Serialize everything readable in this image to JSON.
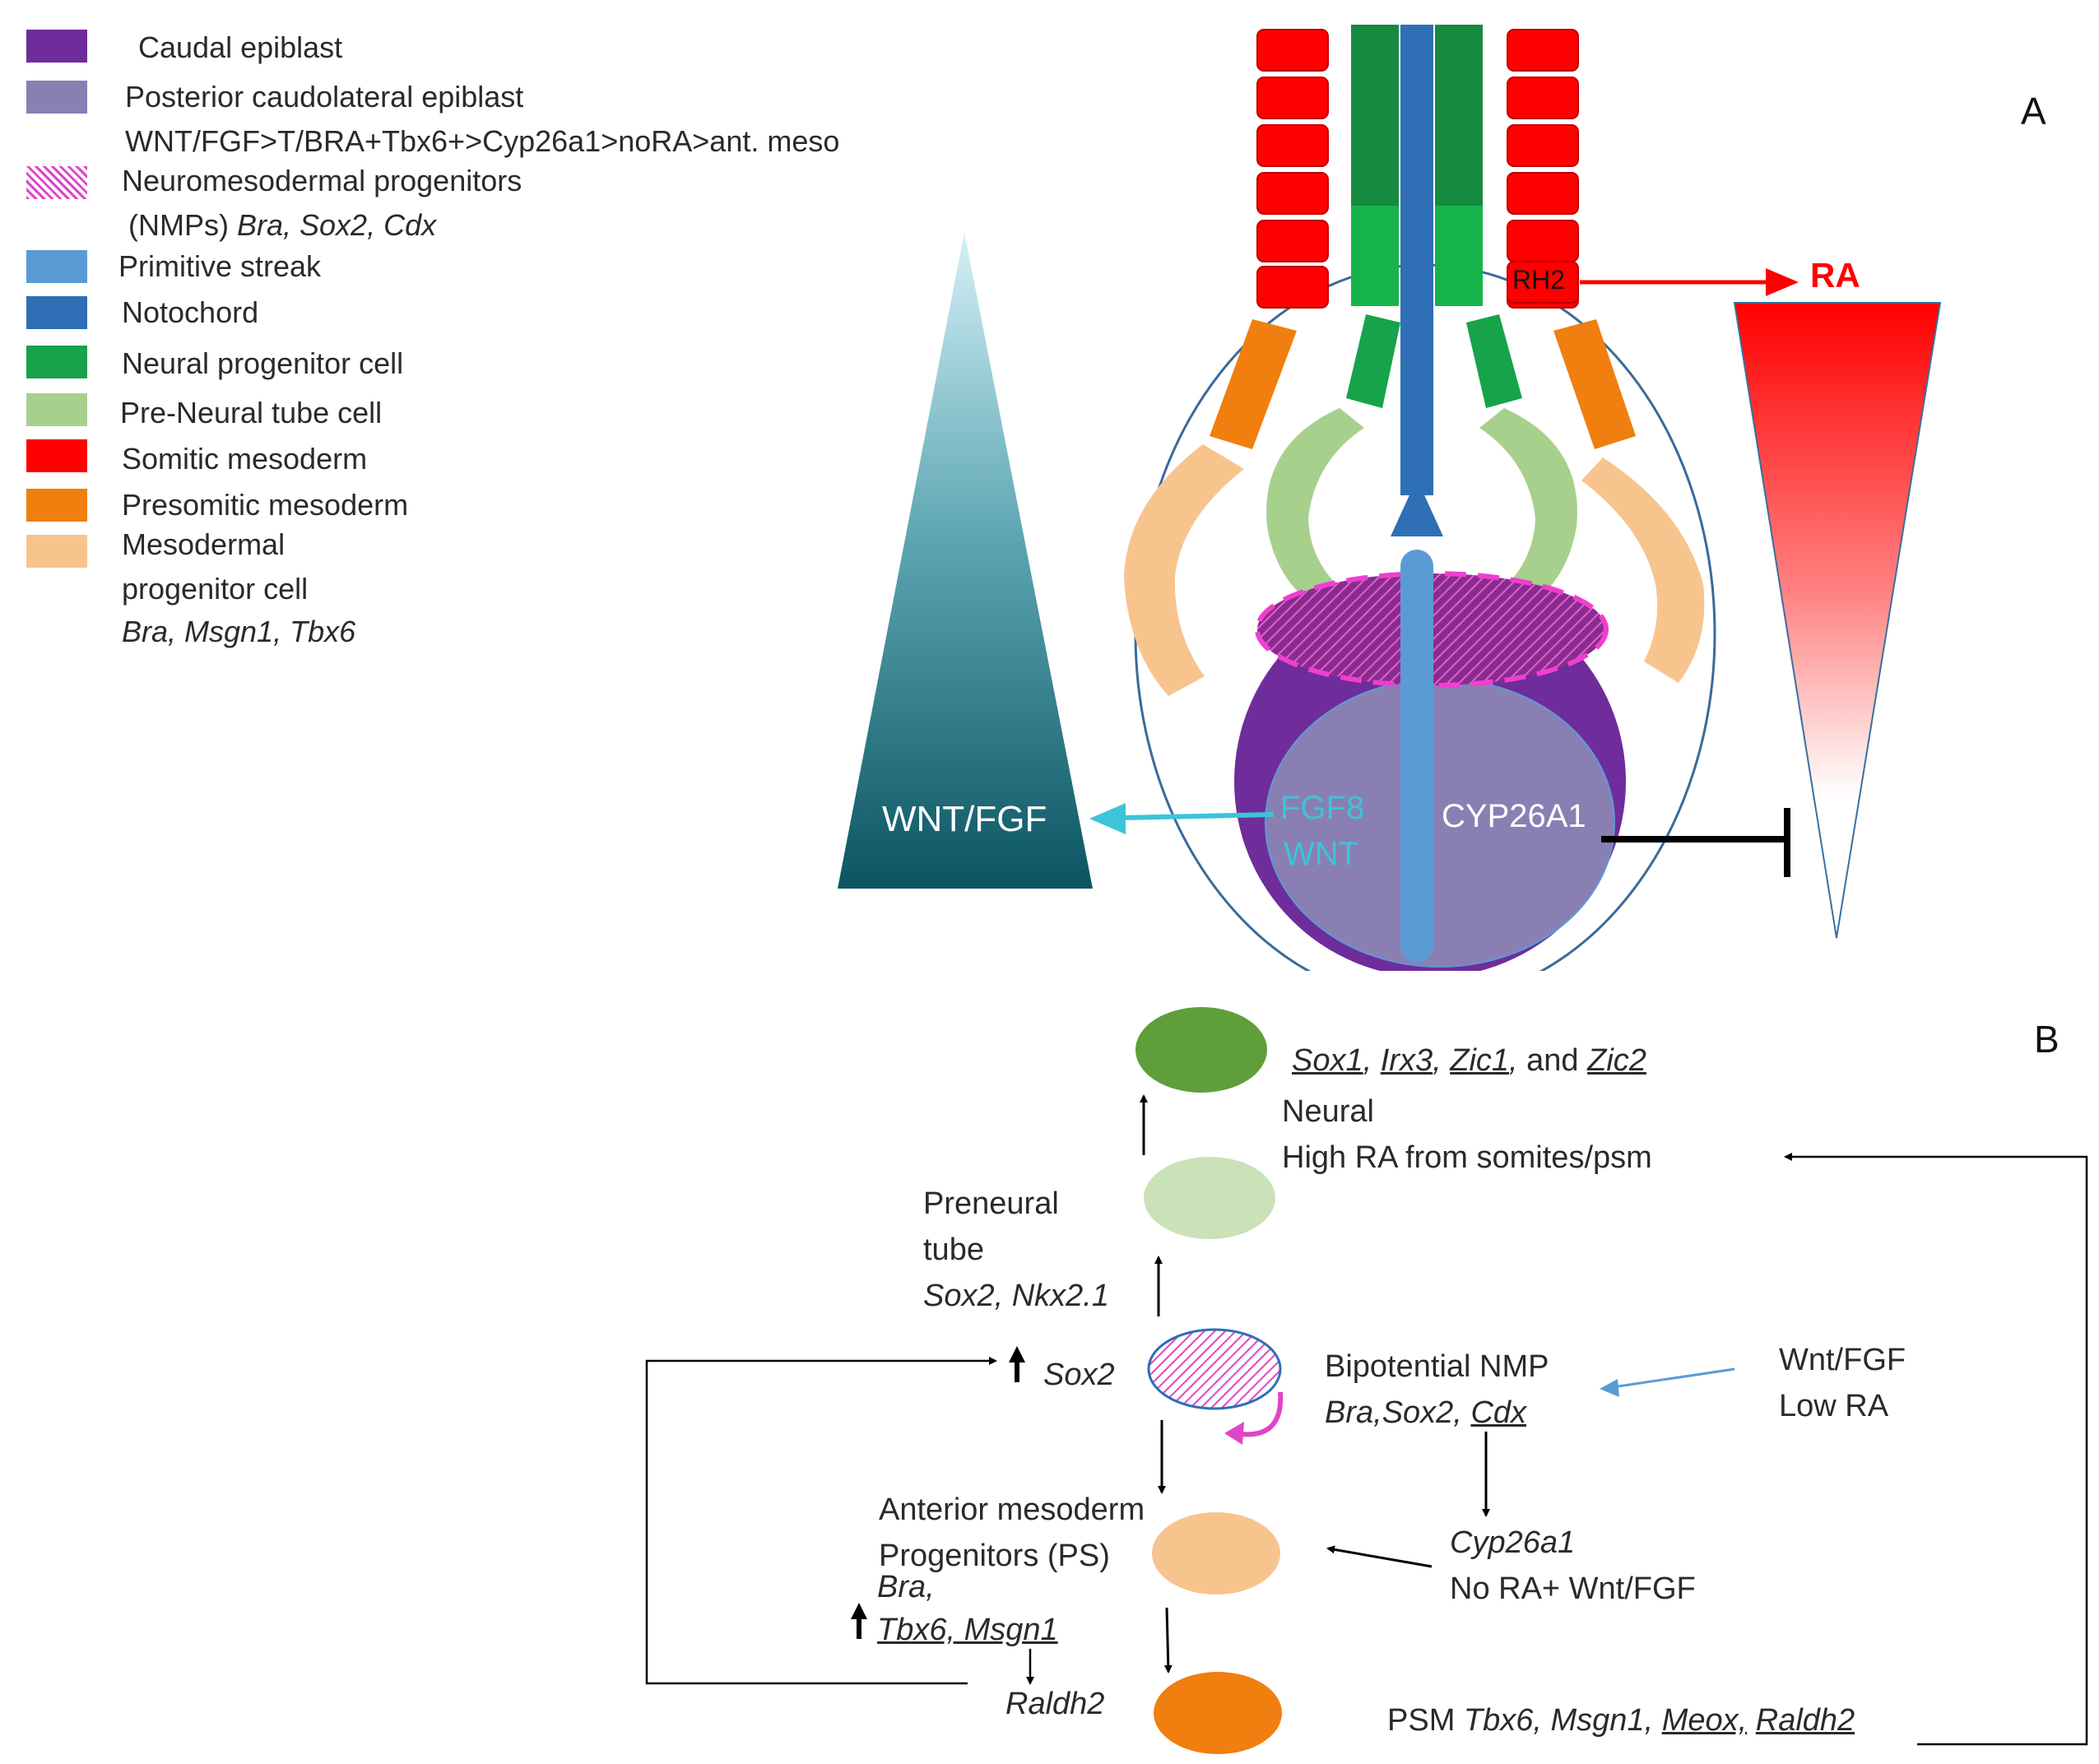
{
  "legend": [
    {
      "label": "Caudal epiblast",
      "color": "#6f2c9b",
      "pattern": "solid"
    },
    {
      "label": "Posterior caudolateral epiblast",
      "extra": "WNT/FGF>T/BRA+Tbx6+>Cyp26a1>noRA>ant. meso",
      "color": "#8a7fb3",
      "pattern": "solid"
    },
    {
      "label": "Neuromesodermal progenitors",
      "extra_plain": "(NMPs)",
      "extra_italic": "Bra, Sox2, Cdx",
      "color": "#e044c8",
      "pattern": "hatched"
    },
    {
      "label": "Primitive streak",
      "color": "#5b9bd5",
      "pattern": "solid"
    },
    {
      "label": "Notochord",
      "color": "#2e6fb5",
      "pattern": "solid"
    },
    {
      "label": "Neural progenitor cell",
      "color": "#16a34a",
      "pattern": "solid"
    },
    {
      "label": "Pre-Neural tube cell",
      "color": "#a8d08d",
      "pattern": "solid"
    },
    {
      "label": "Somitic mesoderm",
      "color": "#ff0000",
      "pattern": "solid"
    },
    {
      "label": "Presomitic mesoderm",
      "color": "#f07f0f",
      "pattern": "solid"
    },
    {
      "label": "Mesodermal",
      "label2": "progenitor cell",
      "extra_italic": "Bra, Msgn1, Tbx6",
      "color": "#f8c48e",
      "pattern": "solid"
    }
  ],
  "panel_a": {
    "label": "A",
    "rh2": "RH2",
    "ra": "RA",
    "wnt_fgf": "WNT/FGF",
    "fgf8": "FGF8",
    "wnt": "WNT",
    "cyp26a1": "CYP26A1"
  },
  "panel_b": {
    "label": "B",
    "neural_genes": {
      "sox1": "Sox1",
      "irx3": "Irx3",
      "zic1": "Zic1",
      "and": "and",
      "zic2": "Zic2"
    },
    "neural": "Neural",
    "high_ra": "High RA from somites/psm",
    "preneural_1": "Preneural",
    "preneural_2": "tube",
    "preneural_genes": "Sox2, Nkx2.1",
    "sox2_up": "Sox2",
    "bipotential": "Bipotential NMP",
    "bip_genes_a": "Bra,Sox2,",
    "bip_genes_b": "Cdx",
    "wnt_fgf": "Wnt/FGF",
    "low_ra": "Low RA",
    "ant_meso_1": "Anterior mesoderm",
    "ant_meso_2": "Progenitors (PS)",
    "ant_bra": "Bra,",
    "ant_tbx_msgn": "Tbx6, Msgn1",
    "raldh2": "Raldh2",
    "cyp26a1": "Cyp26a1",
    "no_ra": "No RA+ Wnt/FGF",
    "psm_label": "PSM",
    "psm_genes_a": "Tbx6, Msgn1,",
    "psm_meox": "Meox,",
    "psm_raldh2": "Raldh2"
  },
  "colors": {
    "caudal_epiblast": "#6f2c9b",
    "posterior_epiblast": "#8a7fb3",
    "nmp": "#e044c8",
    "primitive_streak": "#5b9bd5",
    "notochord": "#2e6fb5",
    "neural_progenitor": "#16a34a",
    "preneural": "#a8d08d",
    "somitic": "#ff0000",
    "presomitic": "#f07f0f",
    "mesodermal_progenitor": "#f8c48e",
    "wnt_gradient_top": "#cdeef6",
    "wnt_gradient_bottom": "#0c5a68",
    "fgf_arrow": "#3cc4d8"
  }
}
